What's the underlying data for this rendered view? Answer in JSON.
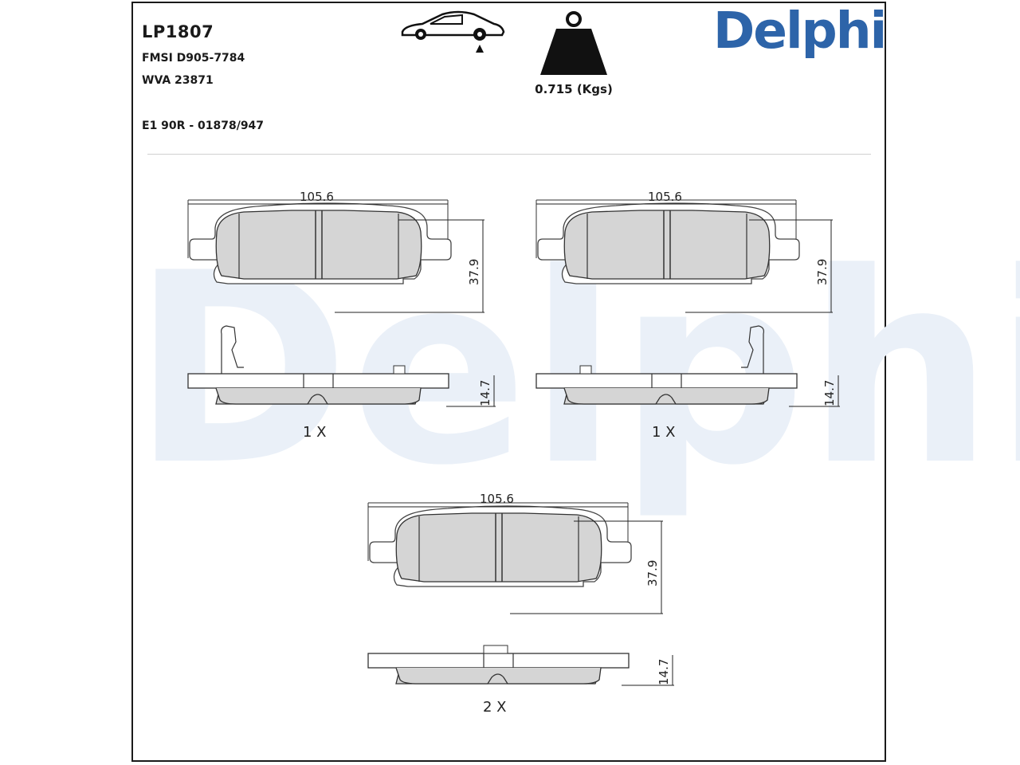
{
  "header": {
    "part_number": "LP1807",
    "fmsi": "FMSI D905-7784",
    "wva": "WVA 23871",
    "approval": "E1 90R - 01878/947",
    "weight": "0.715 (Kgs)",
    "brand": "Delphi",
    "brand_color": "#2d64a9",
    "icons": [
      "rear-axle-car-icon",
      "weight-icon"
    ]
  },
  "watermark": {
    "text": "Delphi",
    "color": "#eaf0f8"
  },
  "drawings": [
    {
      "view": "front",
      "width_label": "105.6",
      "height_label": "37.9"
    },
    {
      "view": "side",
      "thickness_label": "14.7",
      "quantity": "1 X"
    },
    {
      "view": "front",
      "width_label": "105.6",
      "height_label": "37.9"
    },
    {
      "view": "side",
      "thickness_label": "14.7",
      "quantity": "1 X"
    },
    {
      "view": "front",
      "width_label": "105.6",
      "height_label": "37.9"
    },
    {
      "view": "side",
      "thickness_label": "14.7",
      "quantity": "2 X"
    }
  ]
}
